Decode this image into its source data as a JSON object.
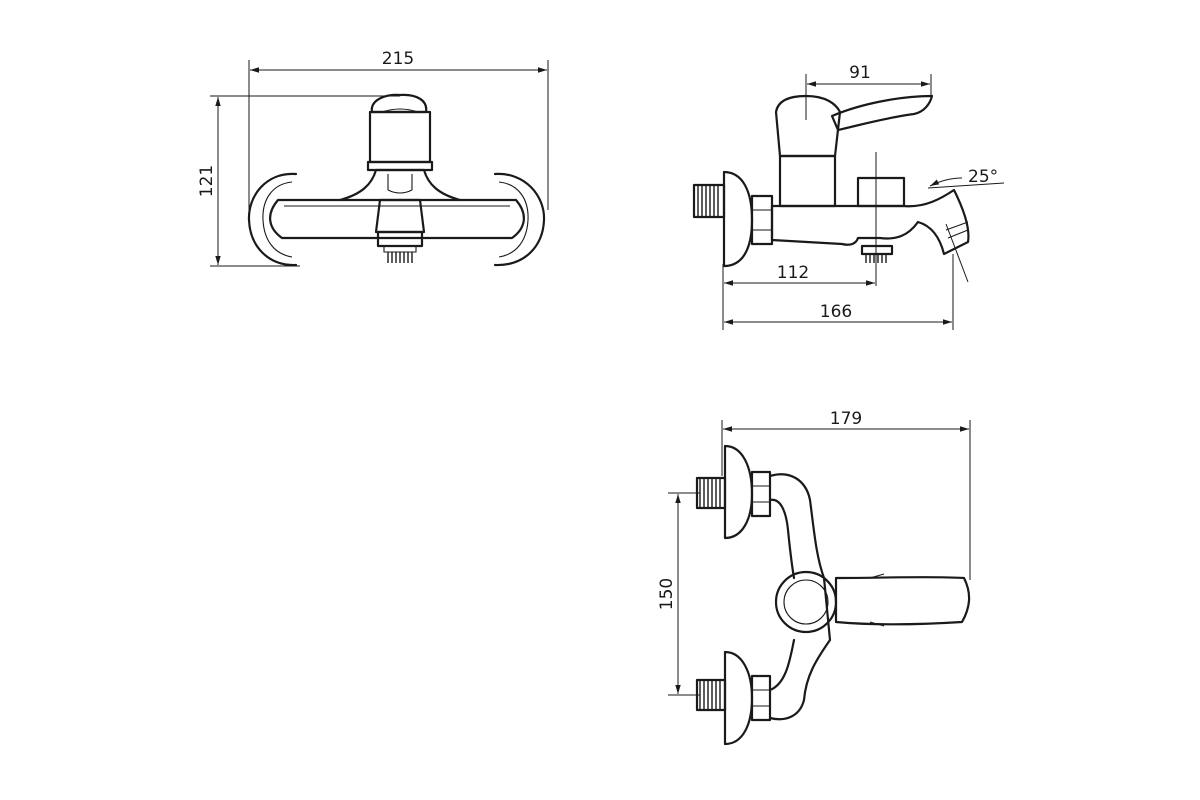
{
  "dimensions": {
    "front_width": "215",
    "front_height": "121",
    "side_handle": "91",
    "side_angle": "25°",
    "side_outlet": "112",
    "side_total": "166",
    "top_depth": "179",
    "top_centers": "150"
  }
}
